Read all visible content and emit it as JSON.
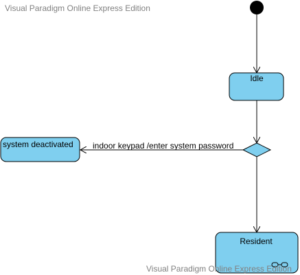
{
  "watermark": {
    "top": "Visual Paradigm Online Express Edition",
    "bottom": "Visual Paradigm Online Express Edition"
  },
  "diagram": {
    "type": "state-machine",
    "states": {
      "idle": "Idle",
      "system_deactivated": "system deactivated",
      "resident": "Resident"
    },
    "transitions": {
      "choice_to_deactivated": "indoor keypad /enter system password"
    },
    "colors": {
      "state_fill": "#7fcfef",
      "stroke": "#000000",
      "watermark": "#808080"
    }
  }
}
